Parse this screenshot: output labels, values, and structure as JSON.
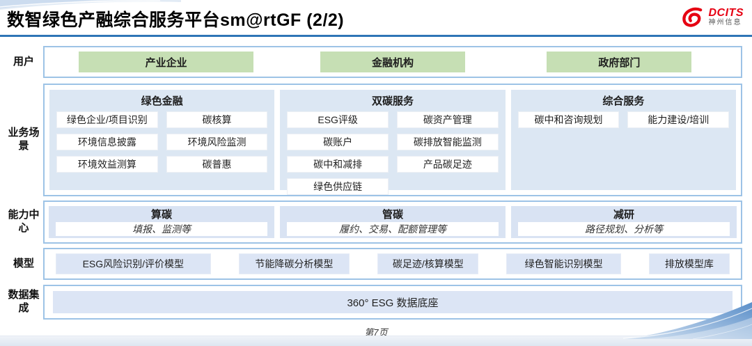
{
  "header": {
    "title": "数智绿色产融综合服务平台sm@rtGF (2/2)",
    "logo": {
      "brand": "DCITS",
      "subtitle": "神州信息",
      "icon": "dcits-swirl-icon",
      "brand_color": "#e60012"
    }
  },
  "rows": {
    "users": {
      "label": "用户",
      "items": [
        "产业企业",
        "金融机构",
        "政府部门"
      ]
    },
    "scenarios": {
      "label": "业务场景",
      "columns": [
        {
          "title": "绿色金融",
          "items": [
            "绿色企业/项目识别",
            "碳核算",
            "环境信息披露",
            "环境风险监测",
            "环境效益测算",
            "碳普惠"
          ]
        },
        {
          "title": "双碳服务",
          "items": [
            "ESG评级",
            "碳资产管理",
            "碳账户",
            "碳排放智能监测",
            "碳中和减排",
            "产品碳足迹",
            "绿色供应链"
          ]
        },
        {
          "title": "综合服务",
          "items": [
            "碳中和咨询规划",
            "能力建设/培训"
          ]
        }
      ]
    },
    "capability": {
      "label": "能力中心",
      "columns": [
        {
          "title": "算碳",
          "desc": "填报、监测等"
        },
        {
          "title": "管碳",
          "desc": "履约、交易、配额管理等"
        },
        {
          "title": "减研",
          "desc": "路径规划、分析等"
        }
      ]
    },
    "models": {
      "label": "模型",
      "items": [
        "ESG风险识别/评价模型",
        "节能降碳分析模型",
        "碳足迹/核算模型",
        "绿色智能识别模型",
        "排放模型库"
      ]
    },
    "data": {
      "label": "数据集成",
      "item": "360° ESG 数据底座"
    }
  },
  "footer": {
    "page": "第7页"
  },
  "colors": {
    "accent_blue": "#2e75b6",
    "container_border": "#9dc3e6",
    "green_box": "#c6dfb4",
    "panel_blue": "#dce7f3",
    "panel_lavender": "#dce5f5",
    "brand_red": "#e60012"
  }
}
